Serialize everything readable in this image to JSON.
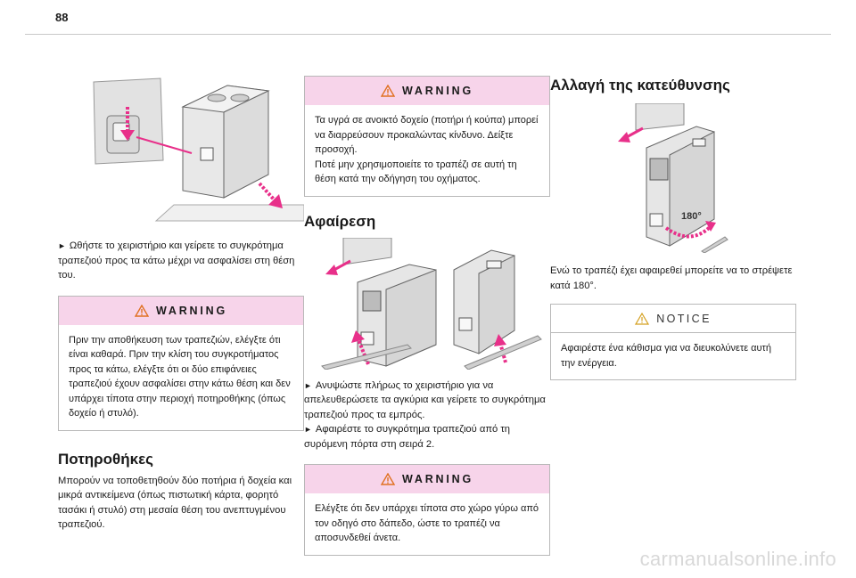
{
  "page": {
    "number": "88",
    "watermark": "carmanualsonline.info"
  },
  "col1": {
    "instruction": "Ωθήστε το χειριστήριο και γείρετε το συγκρότημα τραπεζιού προς τα κάτω μέχρι να ασφαλίσει στη θέση του.",
    "warning": {
      "title": "WARNING",
      "body": "Πριν την αποθήκευση των τραπεζιών, ελέγξτε ότι είναι καθαρά. Πριν την κλίση του συγκροτήματος προς τα κάτω, ελέγξτε ότι οι δύο επιφάνειες τραπεζιού έχουν ασφαλίσει στην κάτω θέση και δεν υπάρχει τίποτα στην περιοχή ποτηροθήκης (όπως δοχείο ή στυλό)."
    },
    "heading": "Ποτηροθήκες",
    "paragraph": "Μπορούν να τοποθετηθούν δύο ποτήρια ή δοχεία και μικρά αντικείμενα (όπως πιστωτική κάρτα, φορητό τασάκι ή στυλό) στη μεσαία θέση του ανεπτυγμένου τραπεζιού."
  },
  "col2": {
    "warning": {
      "title": "WARNING",
      "line1": "Τα υγρά σε ανοικτό δοχείο (ποτήρι ή κούπα) μπορεί να διαρρεύσουν προκαλώντας κίνδυνο. Δείξτε προσοχή.",
      "line2": "Ποτέ μην χρησιμοποιείτε το τραπέζι σε αυτή τη θέση κατά την οδήγηση του οχήματος."
    },
    "heading": "Αφαίρεση",
    "step1": "Ανυψώστε πλήρως το χειριστήριο για να απελευθερώσετε τα αγκύρια και γείρετε το συγκρότημα τραπεζιού προς τα εμπρός.",
    "step2": "Αφαιρέστε το συγκρότημα τραπεζιού από τη συρόμενη πόρτα στη σειρά 2.",
    "warning2": {
      "title": "WARNING",
      "body": "Ελέγξτε ότι δεν υπάρχει τίποτα στο χώρο γύρω από τον οδηγό στο δάπεδο, ώστε το τραπέζι να αποσυνδεθεί άνετα."
    }
  },
  "col3": {
    "heading": "Αλλαγή της κατεύθυνσης",
    "rotation_label": "180°",
    "paragraph": "Ενώ το τραπέζι έχει αφαιρεθεί μπορείτε να το στρέψετε κατά 180°.",
    "notice": {
      "title": "NOTICE",
      "body": "Αφαιρέστε ένα κάθισμα για να διευκολύνετε αυτή την ενέργεια."
    }
  },
  "colors": {
    "warning_bg": "#f7d4ea",
    "arrow_pink": "#e8308a",
    "icon_orange": "#e07020",
    "notice_icon": "#d4a020"
  }
}
